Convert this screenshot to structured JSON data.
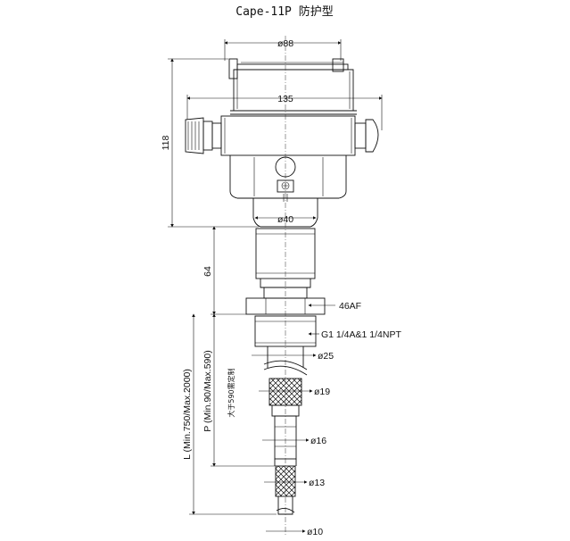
{
  "title": "Cape-11P 防护型",
  "dimensions": {
    "d88": "ø88",
    "w135": "135",
    "h118": "118",
    "d40": "ø40",
    "h64": "64",
    "af46": "46AF",
    "thread": "G1  1/4A&1  1/4NPT",
    "d25": "ø25",
    "d19": "ø19",
    "d16": "ø16",
    "d13": "ø13",
    "d10": "ø10",
    "L": "L  (Min.750/Max.2000)",
    "P": "P  (Min.90/Max.590)",
    "P_note": "大于590需定制"
  }
}
